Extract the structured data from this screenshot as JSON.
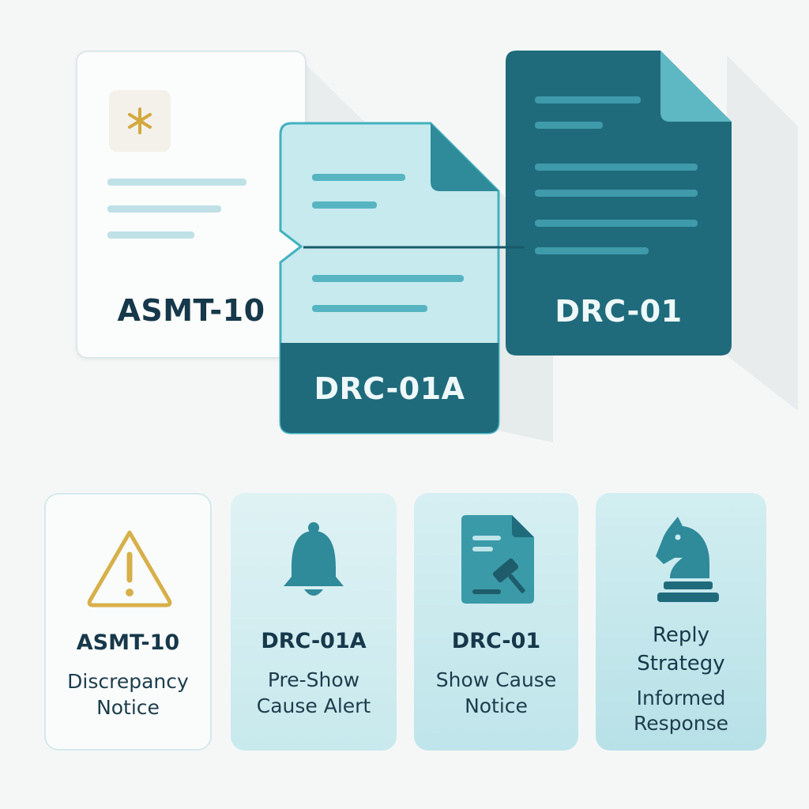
{
  "documents": {
    "asmt": {
      "label": "ASMT-10"
    },
    "drc01a": {
      "label": "DRC-01A"
    },
    "drc01": {
      "label": "DRC-01"
    }
  },
  "cards": [
    {
      "code": "ASMT-10",
      "line1": "Discrepancy",
      "line2": "Notice",
      "icon": "warning-icon"
    },
    {
      "code": "DRC-01A",
      "line1": "Pre-Show",
      "line2": "Cause Alert",
      "icon": "bell-icon"
    },
    {
      "code": "DRC-01",
      "line1": "Show Cause",
      "line2": "Notice",
      "icon": "gavel-document-icon"
    },
    {
      "code": "",
      "title1": "Reply",
      "title2": "Strategy",
      "line1": "Informed",
      "line2": "Response",
      "icon": "chess-knight-icon"
    }
  ],
  "colors": {
    "accent_dark": "#1f6f80",
    "accent_light": "#c9ebee",
    "warning": "#d7b04a",
    "text_dark": "#16384a"
  }
}
